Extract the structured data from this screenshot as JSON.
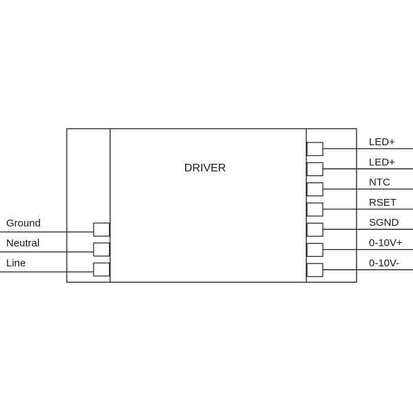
{
  "driver": {
    "title": "DRIVER"
  },
  "input_terminals": [
    {
      "label": "Ground"
    },
    {
      "label": "Neutral"
    },
    {
      "label": "Line"
    }
  ],
  "output_terminals": [
    {
      "label": "LED+"
    },
    {
      "label": "LED+"
    },
    {
      "label": "NTC"
    },
    {
      "label": "RSET"
    },
    {
      "label": "SGND"
    },
    {
      "label": "0-10V+"
    },
    {
      "label": "0-10V-"
    }
  ],
  "colors": {
    "line": "#1a1a1a",
    "background": "#ffffff"
  }
}
